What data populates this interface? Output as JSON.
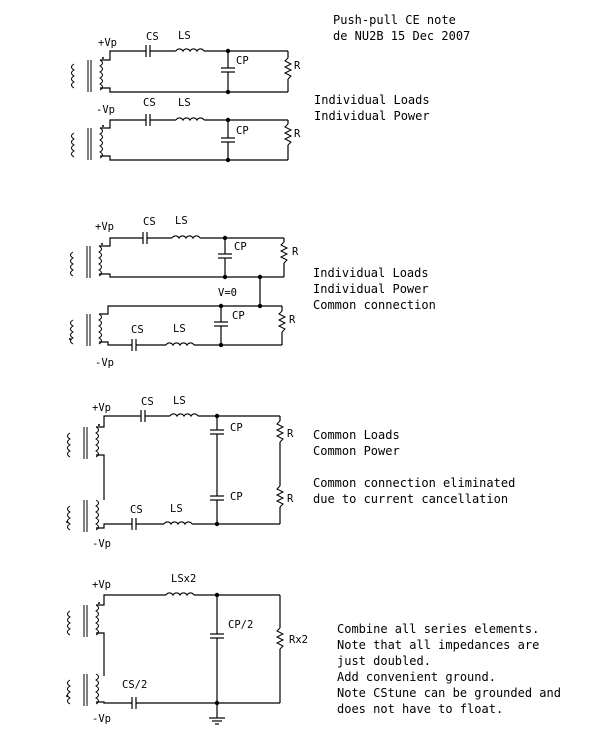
{
  "title": {
    "line1": "Push-pull CE note",
    "line2": "de NU2B 15 Dec 2007"
  },
  "labels": {
    "vp_plus": "+Vp",
    "vp_minus": "-Vp",
    "cs": "CS",
    "ls": "LS",
    "cp": "CP",
    "r": "R",
    "v_zero": "V=0",
    "lsx2": "LSx2",
    "cp_half": "CP/2",
    "rx2": "Rx2",
    "cs_half": "CS/2"
  },
  "notes": {
    "section1": [
      "Individual Loads",
      "Individual Power"
    ],
    "section2": [
      "Individual Loads",
      "Individual Power",
      "Common connection"
    ],
    "section3": [
      "Common Loads",
      "Common Power",
      "",
      "Common connection eliminated",
      "due to current cancellation"
    ],
    "section4": [
      "Combine all series elements.",
      "Note that all impedances are",
      "just doubled.",
      "Add convenient ground.",
      "Note CStune can be grounded and",
      "does not have to float."
    ]
  }
}
